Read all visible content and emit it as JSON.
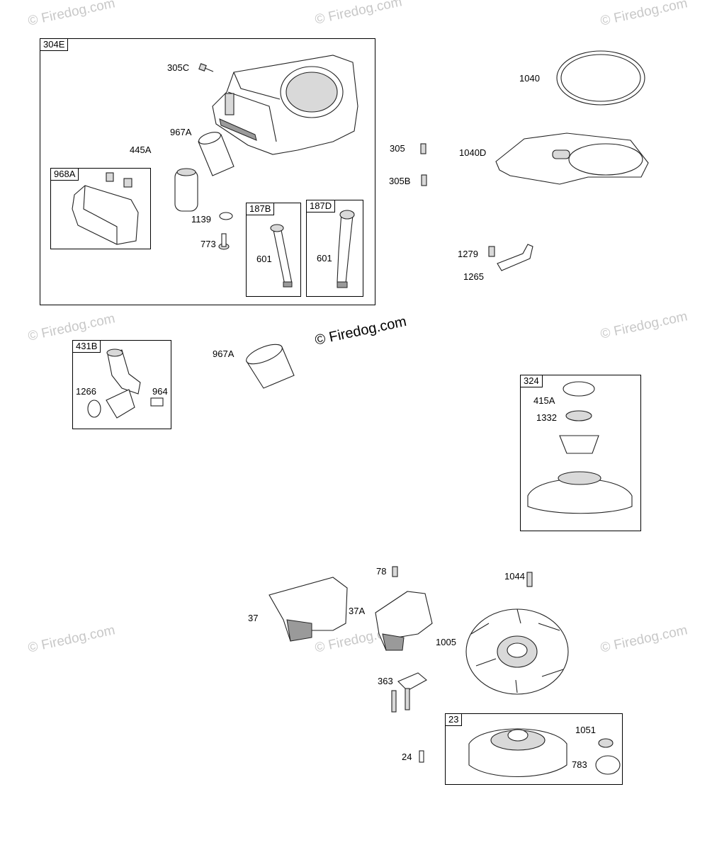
{
  "watermark": "© Firedog.com",
  "assemblies": {
    "304E": "304E",
    "968A": "968A",
    "187B": "187B",
    "187D": "187D",
    "431B": "431B",
    "324": "324",
    "23": "23"
  },
  "parts": {
    "p305C": "305C",
    "p967A_top": "967A",
    "p445A": "445A",
    "p1139": "1139",
    "p773": "773",
    "p601_b": "601",
    "p601_d": "601",
    "p305": "305",
    "p305B": "305B",
    "p1040": "1040",
    "p1040D": "1040D",
    "p1279": "1279",
    "p1265": "1265",
    "p967A_mid": "967A",
    "p1266": "1266",
    "p964": "964",
    "p415A": "415A",
    "p1332": "1332",
    "p78": "78",
    "p1044": "1044",
    "p37": "37",
    "p37A": "37A",
    "p1005": "1005",
    "p363": "363",
    "p24": "24",
    "p1051": "1051",
    "p783": "783"
  }
}
